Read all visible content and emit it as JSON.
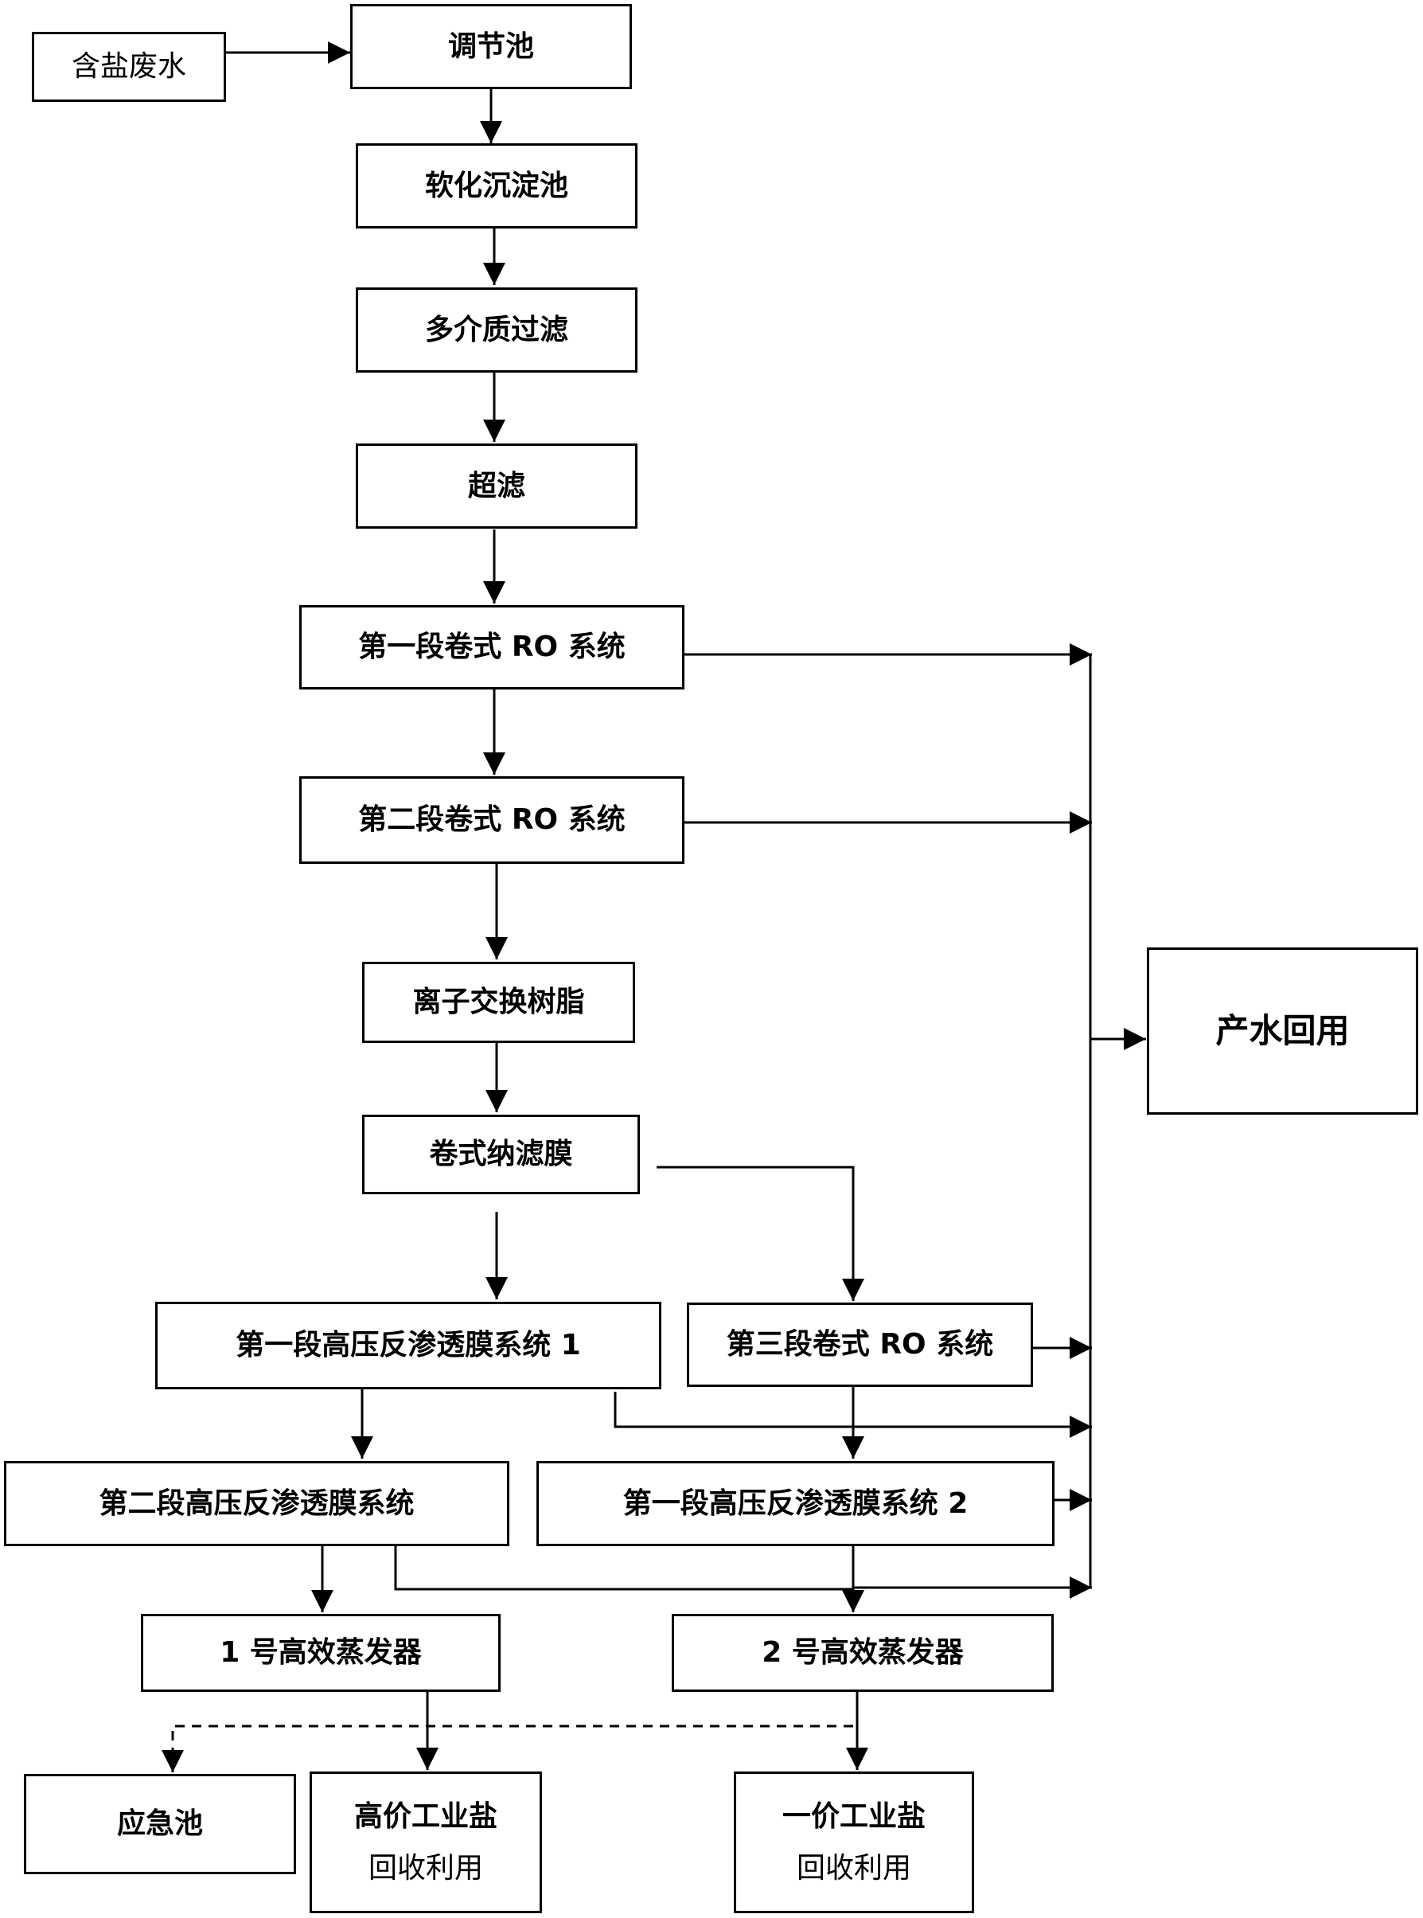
{
  "nodes": {
    "saline_wastewater": "含盐废水",
    "regulating_tank": "调节池",
    "softening_sedimentation": "软化沉淀池",
    "multimedia_filter": "多介质过滤",
    "ultrafiltration": "超滤",
    "ro_stage1": "第一段卷式 RO 系统",
    "ro_stage2": "第二段卷式 RO 系统",
    "ion_exchange": "离子交换树脂",
    "nanofiltration": "卷式纳滤膜",
    "hp_ro_stage1_a": "第一段高压反渗透膜系统 1",
    "ro_stage3": "第三段卷式 RO 系统",
    "hp_ro_stage2": "第二段高压反渗透膜系统",
    "hp_ro_stage1_b": "第一段高压反渗透膜系统 2",
    "evaporator1": "1 号高效蒸发器",
    "evaporator2": "2 号高效蒸发器",
    "emergency_tank": "应急池",
    "polyvalent_salt": {
      "line1": "高价工业盐",
      "line2": "回收利用"
    },
    "monovalent_salt": {
      "line1": "一价工业盐",
      "line2": "回收利用"
    },
    "water_reuse": "产水回用"
  }
}
